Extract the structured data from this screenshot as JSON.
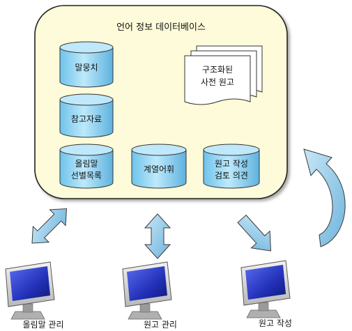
{
  "database": {
    "title": "언어 정보 데이터베이스",
    "stores": {
      "corpus": "말뭉치",
      "reference": [
        "참고자료"
      ],
      "headword_list": [
        "올림말",
        "선별목록"
      ],
      "lexicon": [
        "계열어휘"
      ],
      "review": [
        "원고 작성",
        "검토 의견"
      ]
    },
    "document": [
      "구조화된",
      "사전 원고"
    ]
  },
  "workstations": [
    {
      "label": "올림말 관리"
    },
    {
      "label": "원고 관리"
    },
    {
      "label": "원고 작성"
    }
  ],
  "colors": {
    "panel_fill": "#fdfbd9",
    "cylinder_fill": "#9bd9f4",
    "arrow_fill": "#8fcbe8",
    "monitor_screen": "#2b39c9"
  }
}
